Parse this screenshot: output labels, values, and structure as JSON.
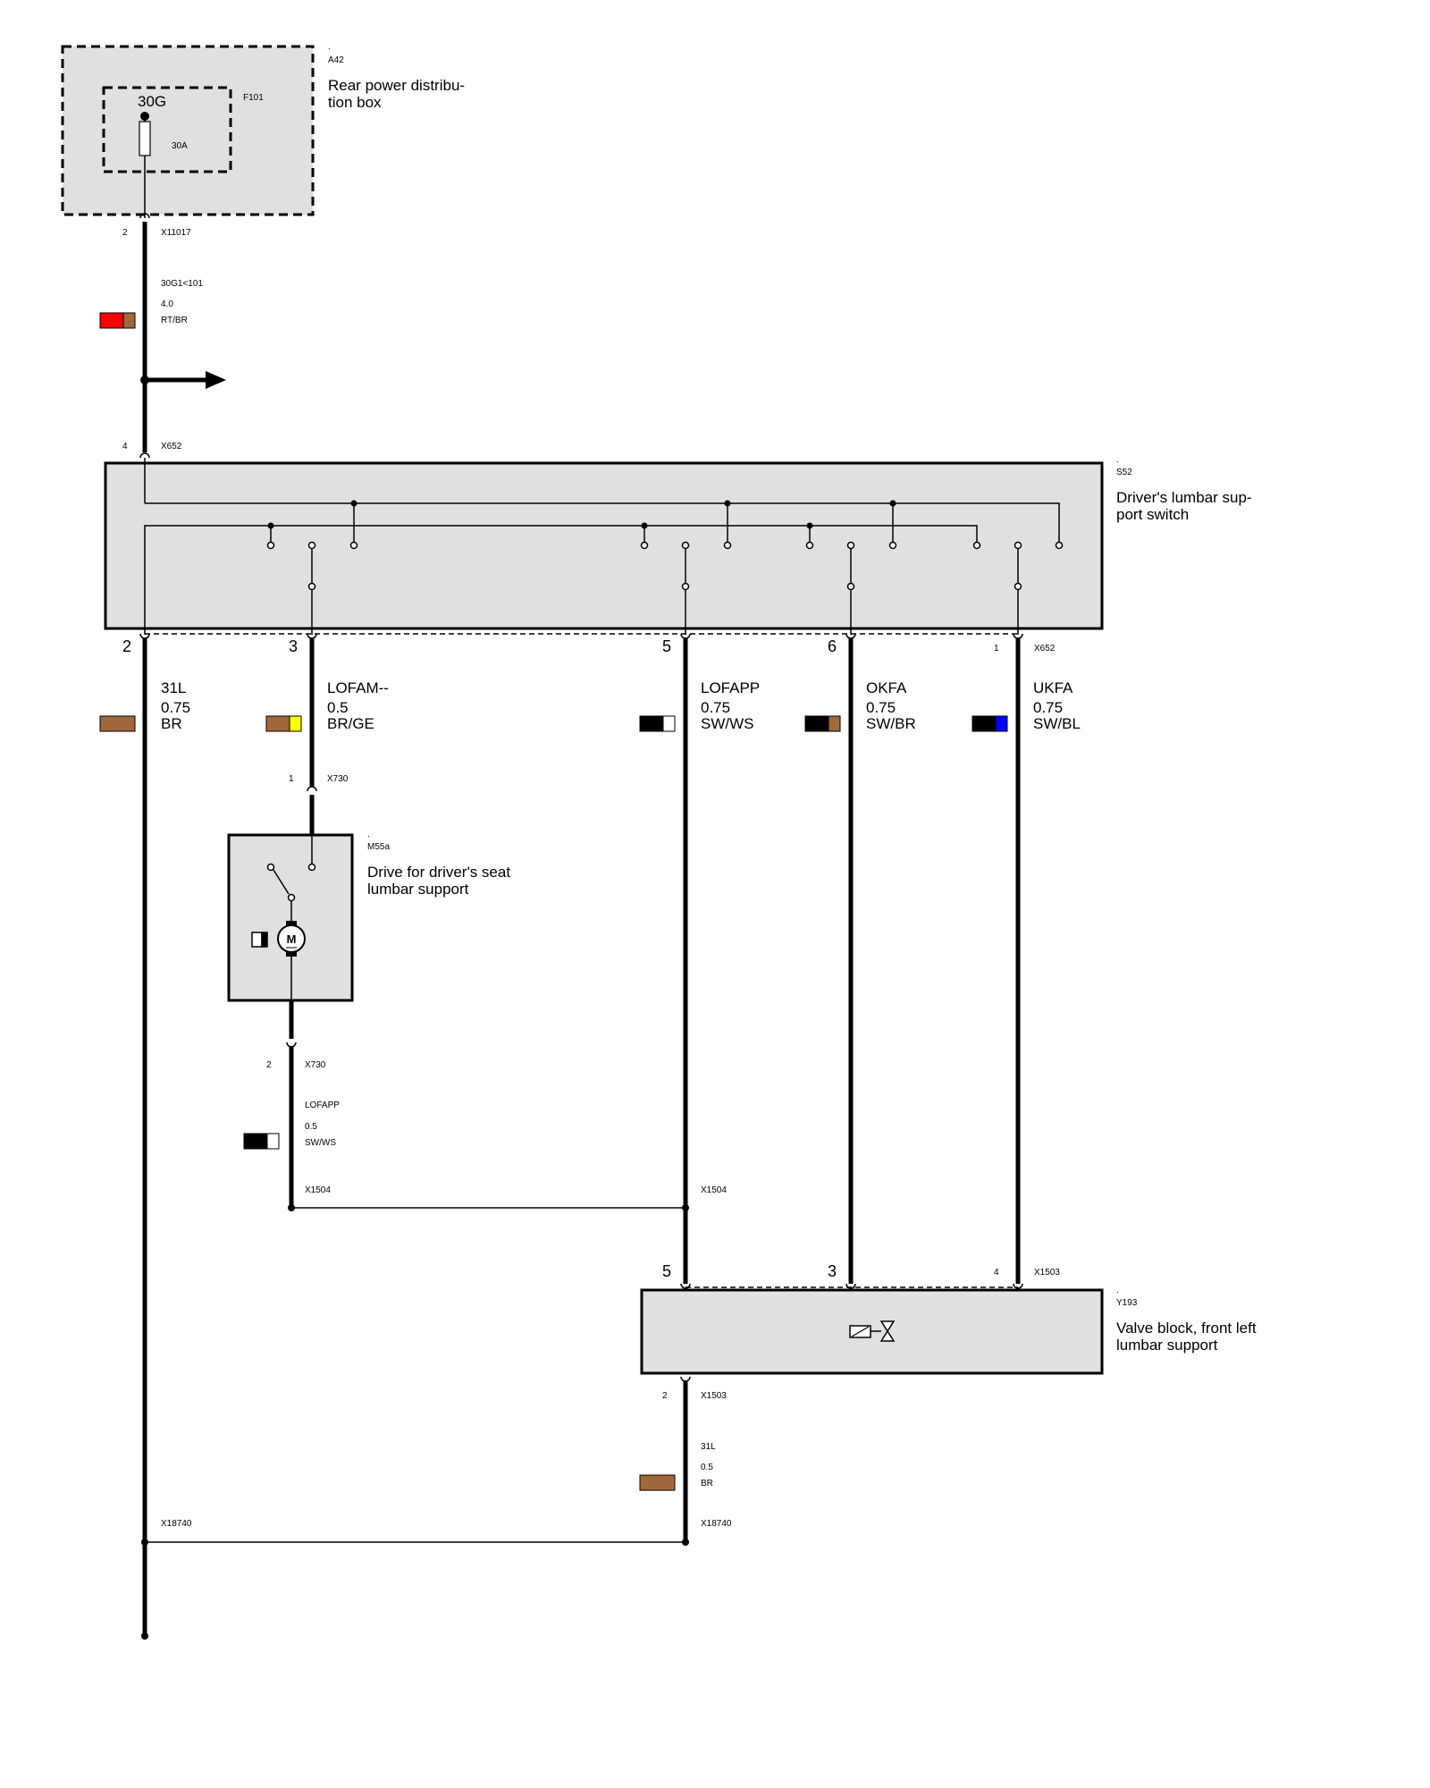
{
  "colors": {
    "box_fill": "#e0e0e0",
    "red": "#ff0000",
    "brown": "#a0693c",
    "yellow": "#ffff00",
    "black": "#000000",
    "white": "#ffffff",
    "blue": "#0000ff"
  },
  "a42": {
    "dot": ".",
    "id": "A42",
    "name_line1": "Rear power distribu-",
    "name_line2": "tion box",
    "terminal": "30G",
    "fuse_id": "F101",
    "fuse_rating": "30A",
    "pin": "2",
    "connector": "X11017"
  },
  "feed_wire": {
    "signal": "30G1<101",
    "gauge": "4.0",
    "color_code": "RT/BR"
  },
  "s52": {
    "dot": ".",
    "id": "S52",
    "name_line1": "Driver's lumbar sup-",
    "name_line2": "port switch",
    "in_pin": "4",
    "in_connector": "X652",
    "out_connector": "X652",
    "wires": [
      {
        "pin": "2",
        "signal": "31L",
        "gauge": "0.75",
        "color_code": "BR"
      },
      {
        "pin": "3",
        "signal": "LOFAM--",
        "gauge": "0.5",
        "color_code": "BR/GE"
      },
      {
        "pin": "5",
        "signal": "LOFAPP",
        "gauge": "0.75",
        "color_code": "SW/WS"
      },
      {
        "pin": "6",
        "signal": "OKFA",
        "gauge": "0.75",
        "color_code": "SW/BR"
      },
      {
        "pin": "1",
        "signal": "UKFA",
        "gauge": "0.75",
        "color_code": "SW/BL"
      }
    ]
  },
  "m55a": {
    "dot": ".",
    "id": "M55a",
    "name_line1": "Drive for driver's seat",
    "name_line2": "lumbar support",
    "motor_label": "M",
    "in_pin": "1",
    "in_connector": "X730",
    "out_pin": "2",
    "out_connector": "X730"
  },
  "m55a_out_wire": {
    "signal": "LOFAPP",
    "gauge": "0.5",
    "color_code": "SW/WS"
  },
  "splice": {
    "left": "X1504",
    "right": "X1504"
  },
  "y193": {
    "dot": ".",
    "id": "Y193",
    "name_line1": "Valve block, front left",
    "name_line2": "lumbar support",
    "in_pins": [
      "5",
      "3",
      "4"
    ],
    "in_connector": "X1503",
    "out_pin": "2",
    "out_connector": "X1503"
  },
  "y193_out_wire": {
    "signal": "31L",
    "gauge": "0.5",
    "color_code": "BR"
  },
  "ground_splice": {
    "left": "X18740",
    "right": "X18740"
  }
}
